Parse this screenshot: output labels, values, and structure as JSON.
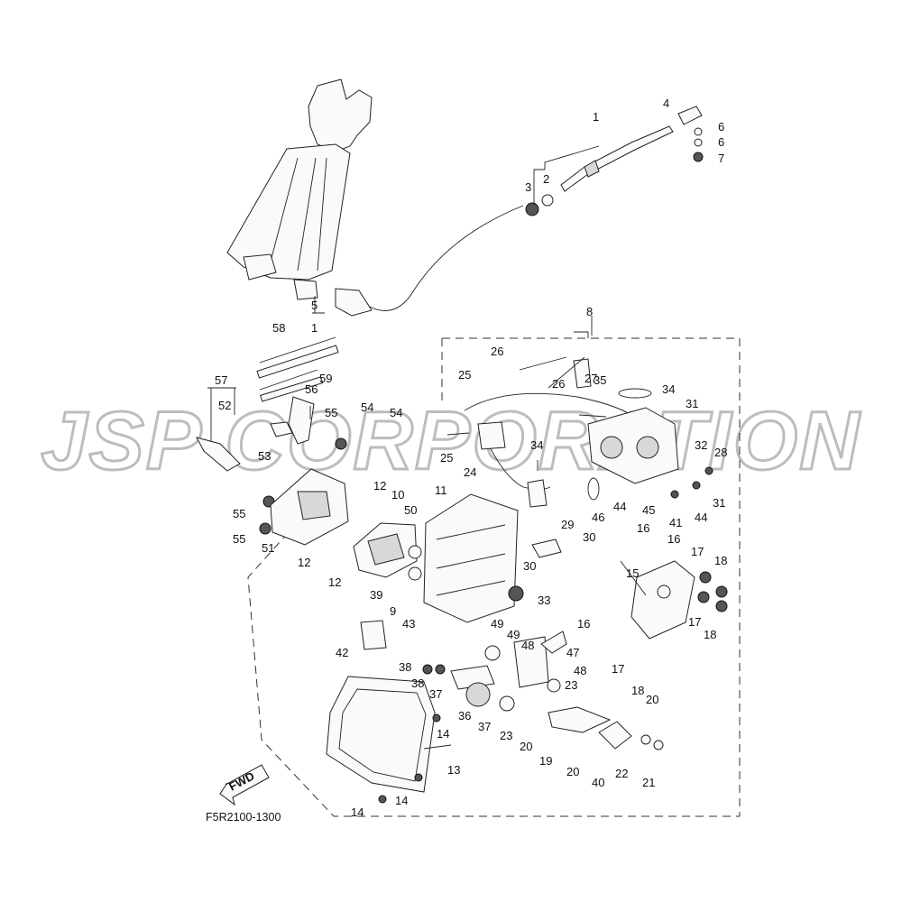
{
  "diagram": {
    "code": "F5R2100-1300",
    "watermark": "JSP CORPORATION",
    "fwd_label": "FWD",
    "callouts": [
      {
        "id": "c1a",
        "label": "1"
      },
      {
        "id": "c1b",
        "label": "1"
      },
      {
        "id": "c2",
        "label": "2"
      },
      {
        "id": "c3",
        "label": "3"
      },
      {
        "id": "c4",
        "label": "4"
      },
      {
        "id": "c5",
        "label": "5"
      },
      {
        "id": "c6a",
        "label": "6"
      },
      {
        "id": "c6b",
        "label": "6"
      },
      {
        "id": "c7",
        "label": "7"
      },
      {
        "id": "c8",
        "label": "8"
      },
      {
        "id": "c9",
        "label": "9"
      },
      {
        "id": "c10",
        "label": "10"
      },
      {
        "id": "c11",
        "label": "11"
      },
      {
        "id": "c12a",
        "label": "12"
      },
      {
        "id": "c12b",
        "label": "12"
      },
      {
        "id": "c12c",
        "label": "12"
      },
      {
        "id": "c13",
        "label": "13"
      },
      {
        "id": "c14a",
        "label": "14"
      },
      {
        "id": "c14b",
        "label": "14"
      },
      {
        "id": "c14c",
        "label": "14"
      },
      {
        "id": "c15",
        "label": "15"
      },
      {
        "id": "c16a",
        "label": "16"
      },
      {
        "id": "c16b",
        "label": "16"
      },
      {
        "id": "c16c",
        "label": "16"
      },
      {
        "id": "c17a",
        "label": "17"
      },
      {
        "id": "c17b",
        "label": "17"
      },
      {
        "id": "c17c",
        "label": "17"
      },
      {
        "id": "c18a",
        "label": "18"
      },
      {
        "id": "c18b",
        "label": "18"
      },
      {
        "id": "c18c",
        "label": "18"
      },
      {
        "id": "c19",
        "label": "19"
      },
      {
        "id": "c20a",
        "label": "20"
      },
      {
        "id": "c20b",
        "label": "20"
      },
      {
        "id": "c20c",
        "label": "20"
      },
      {
        "id": "c21",
        "label": "21"
      },
      {
        "id": "c22",
        "label": "22"
      },
      {
        "id": "c23a",
        "label": "23"
      },
      {
        "id": "c23b",
        "label": "23"
      },
      {
        "id": "c24",
        "label": "24"
      },
      {
        "id": "c25a",
        "label": "25"
      },
      {
        "id": "c25b",
        "label": "25"
      },
      {
        "id": "c26a",
        "label": "26"
      },
      {
        "id": "c26b",
        "label": "26"
      },
      {
        "id": "c27",
        "label": "27"
      },
      {
        "id": "c28",
        "label": "28"
      },
      {
        "id": "c29",
        "label": "29"
      },
      {
        "id": "c30a",
        "label": "30"
      },
      {
        "id": "c30b",
        "label": "30"
      },
      {
        "id": "c31a",
        "label": "31"
      },
      {
        "id": "c31b",
        "label": "31"
      },
      {
        "id": "c32",
        "label": "32"
      },
      {
        "id": "c33",
        "label": "33"
      },
      {
        "id": "c34a",
        "label": "34"
      },
      {
        "id": "c34b",
        "label": "34"
      },
      {
        "id": "c35",
        "label": "35"
      },
      {
        "id": "c36",
        "label": "36"
      },
      {
        "id": "c37a",
        "label": "37"
      },
      {
        "id": "c37b",
        "label": "37"
      },
      {
        "id": "c38a",
        "label": "38"
      },
      {
        "id": "c38b",
        "label": "38"
      },
      {
        "id": "c39",
        "label": "39"
      },
      {
        "id": "c40",
        "label": "40"
      },
      {
        "id": "c41",
        "label": "41"
      },
      {
        "id": "c42",
        "label": "42"
      },
      {
        "id": "c43",
        "label": "43"
      },
      {
        "id": "c44a",
        "label": "44"
      },
      {
        "id": "c44b",
        "label": "44"
      },
      {
        "id": "c45",
        "label": "45"
      },
      {
        "id": "c46",
        "label": "46"
      },
      {
        "id": "c47",
        "label": "47"
      },
      {
        "id": "c48a",
        "label": "48"
      },
      {
        "id": "c48b",
        "label": "48"
      },
      {
        "id": "c49a",
        "label": "49"
      },
      {
        "id": "c49b",
        "label": "49"
      },
      {
        "id": "c50",
        "label": "50"
      },
      {
        "id": "c51",
        "label": "51"
      },
      {
        "id": "c52",
        "label": "52"
      },
      {
        "id": "c53",
        "label": "53"
      },
      {
        "id": "c54a",
        "label": "54"
      },
      {
        "id": "c54b",
        "label": "54"
      },
      {
        "id": "c55a",
        "label": "55"
      },
      {
        "id": "c55b",
        "label": "55"
      },
      {
        "id": "c55c",
        "label": "55"
      },
      {
        "id": "c56",
        "label": "56"
      },
      {
        "id": "c57",
        "label": "57"
      },
      {
        "id": "c58",
        "label": "58"
      },
      {
        "id": "c59",
        "label": "59"
      }
    ]
  }
}
